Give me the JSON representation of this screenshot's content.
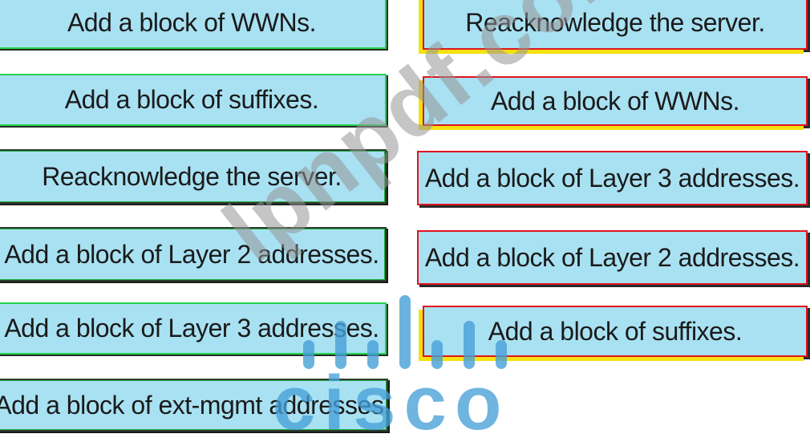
{
  "left_items": [
    {
      "label": "Add a block of WWNs."
    },
    {
      "label": "Add a block of suffixes."
    },
    {
      "label": "Reacknowledge the server."
    },
    {
      "label": "Add a block of Layer 2 addresses."
    },
    {
      "label": "Add a block of  Layer 3 addresses."
    },
    {
      "label": "Add a block of ext-mgmt addresses."
    }
  ],
  "right_items": [
    {
      "label": "Reacknowledge the server."
    },
    {
      "label": "Add a block of WWNs."
    },
    {
      "label": "Add a block of  Layer 3 addresses."
    },
    {
      "label": "Add a block of Layer 2 addresses."
    },
    {
      "label": "Add a block of suffixes."
    }
  ],
  "watermark": {
    "text": "lpnpdf.com",
    "logo": "cisco",
    "logo_icon": "cisco-bars-icon"
  },
  "colors": {
    "box_fill": "#a8e1f2",
    "left_border": "#22d44a",
    "right_border": "#e0141e",
    "right_accent": "#f5e10f",
    "logo_blue": "#46a0d7"
  }
}
